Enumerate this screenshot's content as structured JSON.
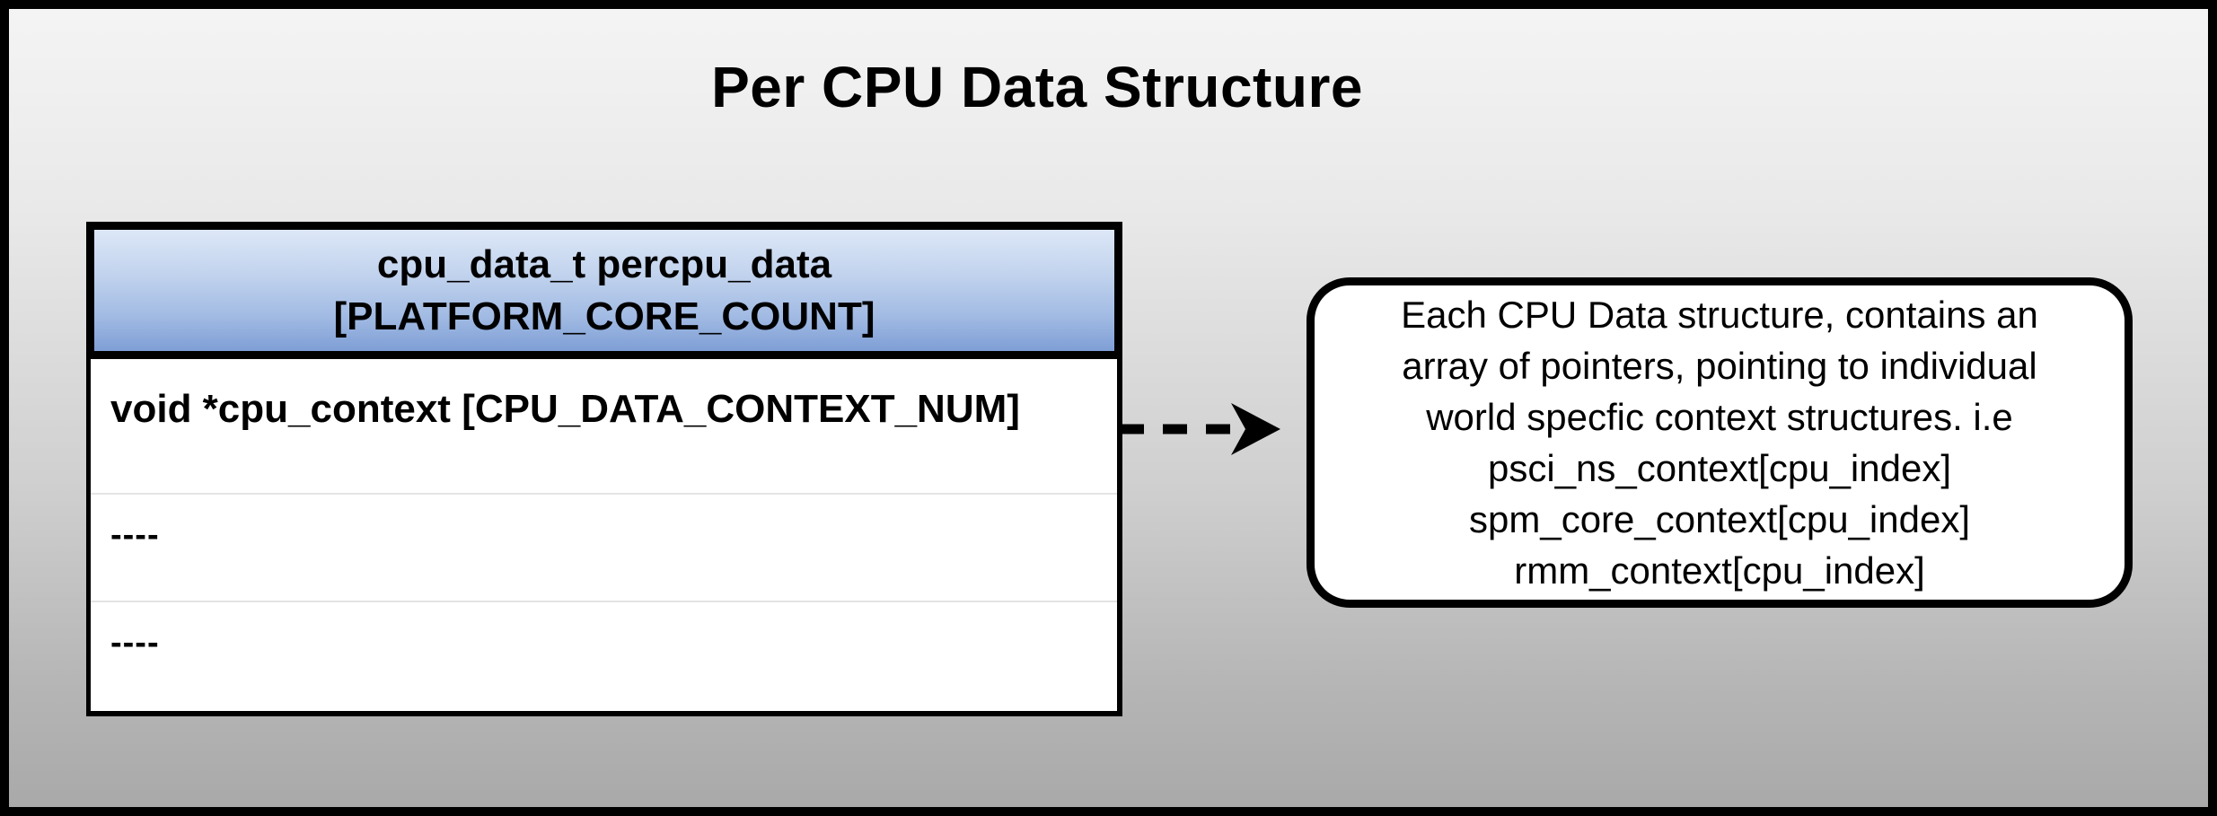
{
  "title": "Per CPU Data Structure",
  "struct_table": {
    "header": {
      "line1": "cpu_data_t percpu_data",
      "line2": "[PLATFORM_CORE_COUNT]"
    },
    "rows": [
      {
        "label": "void *cpu_context [CPU_DATA_CONTEXT_NUM]"
      },
      {
        "label": "----"
      },
      {
        "label": "----"
      }
    ]
  },
  "arrow": {
    "name": "dashed-right-arrow",
    "from": "cpu_context row",
    "to": "annotation note"
  },
  "note": {
    "lines": [
      "Each CPU Data structure, contains an",
      "array of pointers, pointing to individual",
      "world specfic context structures. i.e",
      "psci_ns_context[cpu_index]",
      "spm_core_context[cpu_index]",
      "rmm_context[cpu_index]"
    ]
  },
  "colors": {
    "header_gradient_top": "#dde7f7",
    "header_gradient_bottom": "#7e9ed5",
    "background_gradient_top": "#f4f4f4",
    "background_gradient_bottom": "#a9a9a9",
    "border": "#000000",
    "row_separator": "#e4e4e4",
    "box_fill": "#ffffff"
  }
}
